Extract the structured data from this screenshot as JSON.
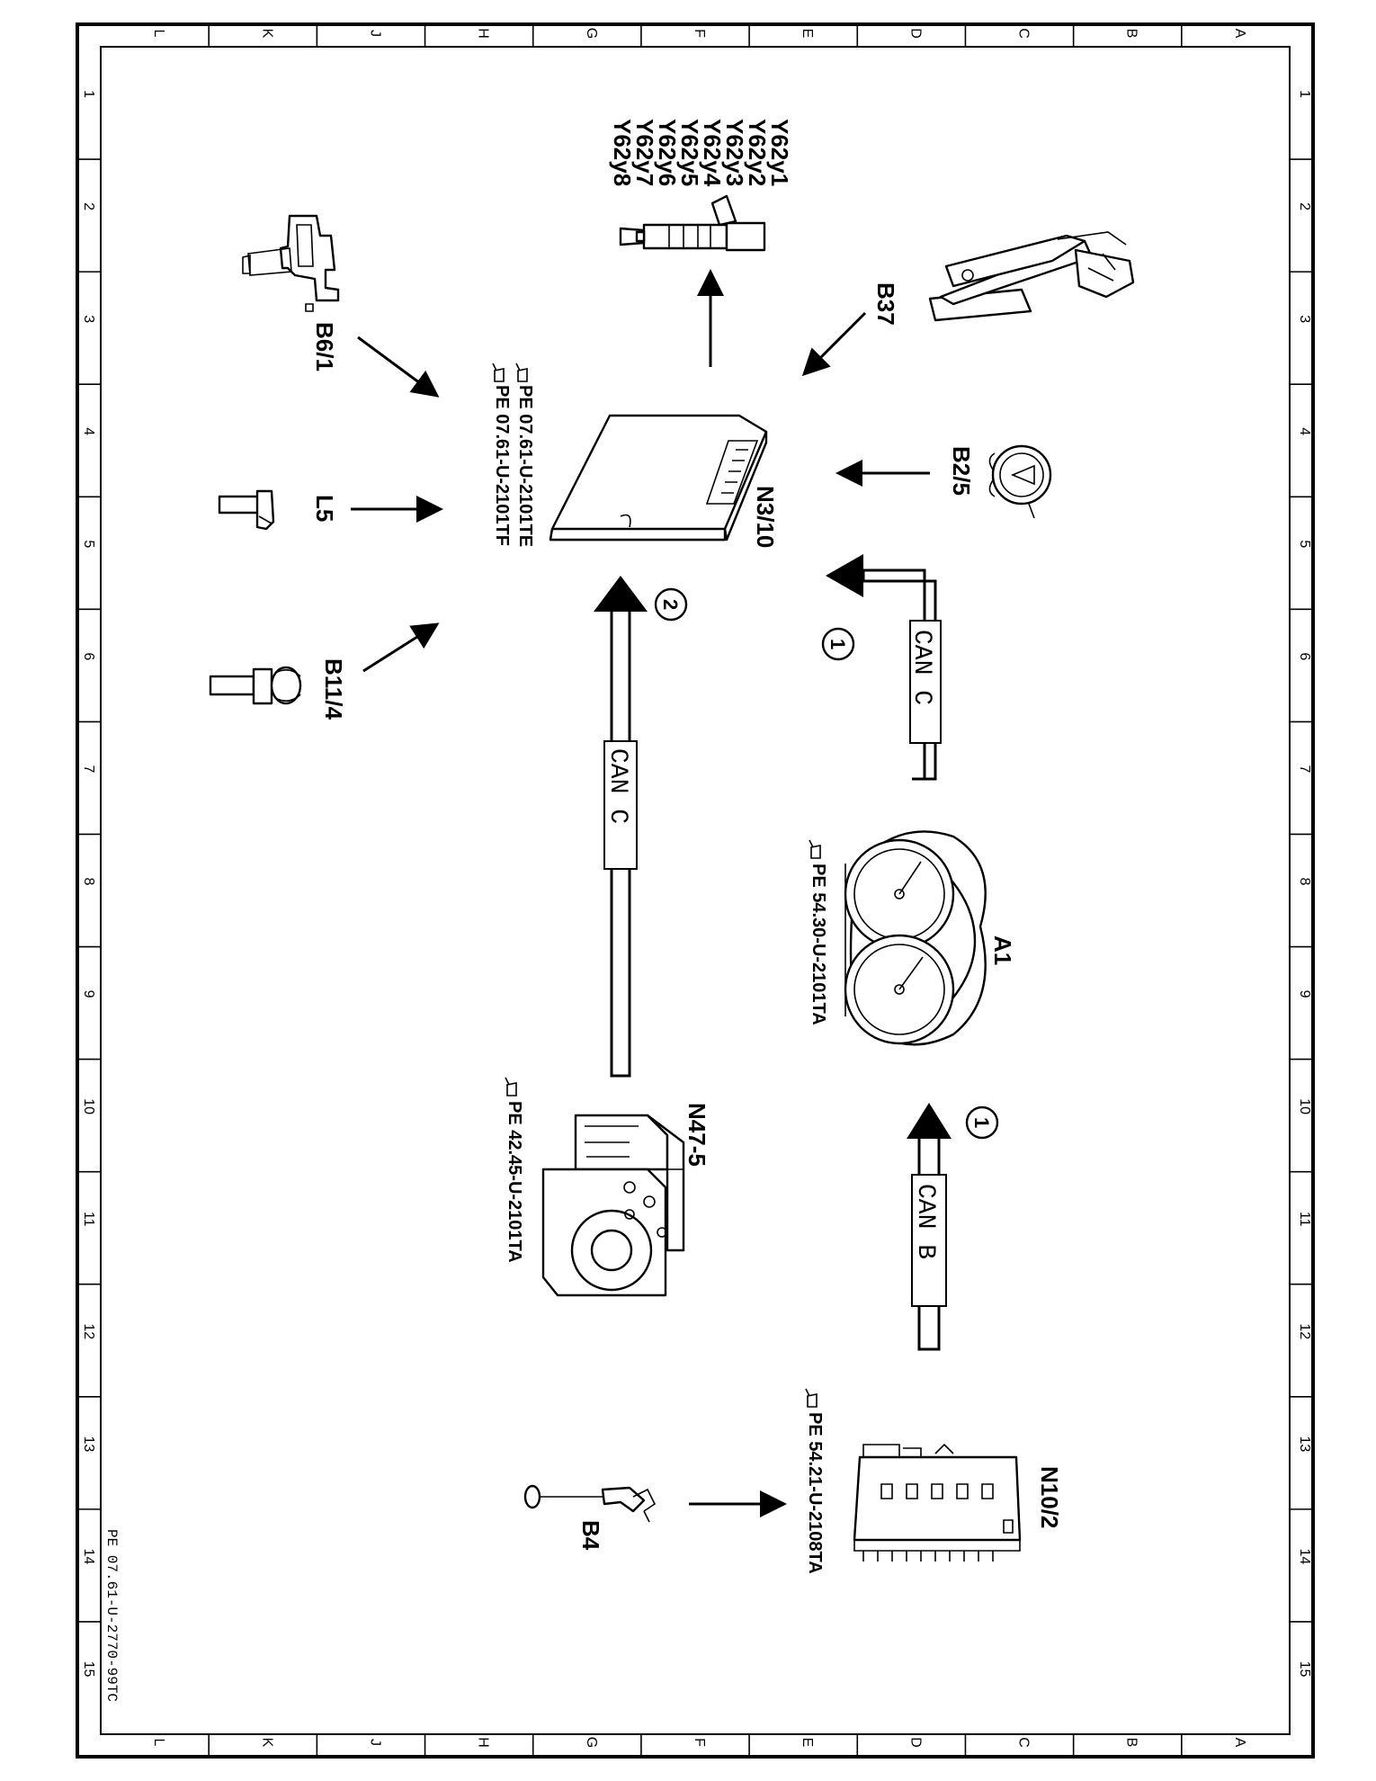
{
  "frame": {
    "letters": [
      "L",
      "K",
      "J",
      "H",
      "G",
      "F",
      "E",
      "D",
      "C",
      "B",
      "A"
    ],
    "numbers": [
      "1",
      "2",
      "3",
      "4",
      "5",
      "6",
      "7",
      "8",
      "9",
      "10",
      "11",
      "12",
      "13",
      "14",
      "15"
    ]
  },
  "doc_id": "PE 07.61-U-2770-99TC",
  "components": {
    "B6_1": "B6/1",
    "L5": "L5",
    "B11_4": "B11/4",
    "N3_10": "N3/10",
    "B37": "B37",
    "B2_5": "B2/5",
    "A1": "A1",
    "N47_5": "N47-5",
    "N10_2": "N10/2",
    "B4": "B4",
    "injectors": [
      "Y62y1",
      "Y62y2",
      "Y62y3",
      "Y62y4",
      "Y62y5",
      "Y62y6",
      "Y62y7",
      "Y62y8"
    ]
  },
  "refs": {
    "n3_10_a": "PE 07.61-U-2101TE",
    "n3_10_b": "PE 07.61-U-2101TF",
    "a1": "PE 54.30-U-2101TA",
    "n47_5": "PE 42.45-U-2101TA",
    "n10_2": "PE 54.21-U-2108TA"
  },
  "buses": {
    "upper_right": "CAN C",
    "center": "CAN C",
    "lower_right": "CAN B"
  },
  "callouts": {
    "one_upper": "1",
    "two": "2",
    "one_lower": "1"
  }
}
